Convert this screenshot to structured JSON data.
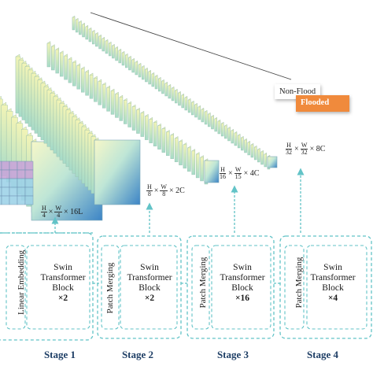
{
  "dims": [
    {
      "num1": "H",
      "den1": "4",
      "num2": "W",
      "den2": "4",
      "tail": "× 16L"
    },
    {
      "num1": "H",
      "den1": "8",
      "num2": "W",
      "den2": "8",
      "tail": "× 2C"
    },
    {
      "num1": "H",
      "den1": "16",
      "num2": "W",
      "den2": "15",
      "tail": "× 4C"
    },
    {
      "num1": "H",
      "den1": "32",
      "num2": "W",
      "den2": "32",
      "tail": "× 8C"
    }
  ],
  "stages": [
    {
      "name": "Stage 1",
      "side": "Linear Embedding",
      "block": [
        "Swin",
        "Transformer",
        "Block"
      ],
      "mult": "×2"
    },
    {
      "name": "Stage 2",
      "side": "Patch Merging",
      "block": [
        "Swin",
        "Transformer",
        "Block"
      ],
      "mult": "×2"
    },
    {
      "name": "Stage 3",
      "side": "Patch Merging",
      "block": [
        "Swin",
        "Transformer",
        "Block"
      ],
      "mult": "×16"
    },
    {
      "name": "Stage 4",
      "side": "Patch Merging",
      "block": [
        "Swin",
        "Transformer",
        "Block"
      ],
      "mult": "×4"
    }
  ],
  "outputs": {
    "non_flood": "Non-Flood",
    "flooded": "Flooded"
  },
  "colors": {
    "teal": "#62c3c7",
    "flooded": "#f08a3c",
    "stage_text": "#1f3f66",
    "plate_top": "#f4f6b8",
    "plate_face_dark": "#3f86c8"
  }
}
